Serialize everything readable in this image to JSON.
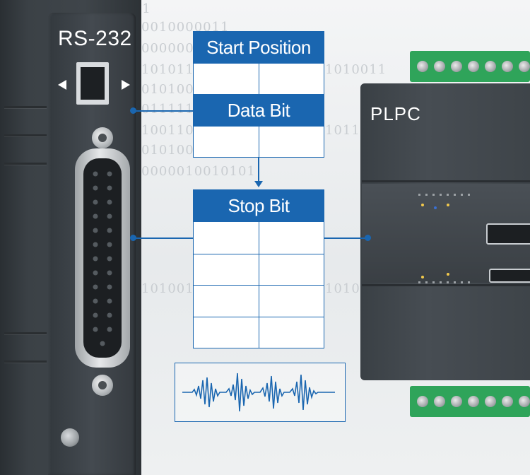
{
  "module": {
    "label": "RS-232"
  },
  "plc": {
    "label": "PLPC"
  },
  "frame": {
    "start_label": "Start Position",
    "data_label": "Data Bit",
    "stop_label": "Stop Bit"
  },
  "background_binary": [
    "10101000100101111",
    "0010000011",
    "0000001011",
    "101011001",
    "1010011",
    "010100101",
    "011111",
    "100110",
    "1011",
    "010100101",
    "0000010010101",
    "10100101",
    "1010"
  ],
  "colors": {
    "accent": "#1a66b0",
    "module": "#3f454a",
    "terminal": "#2fa45a"
  },
  "icons": {
    "switch_left": "triangle-left-icon",
    "switch_right": "triangle-right-icon",
    "signal": "signal-waveform-icon"
  }
}
